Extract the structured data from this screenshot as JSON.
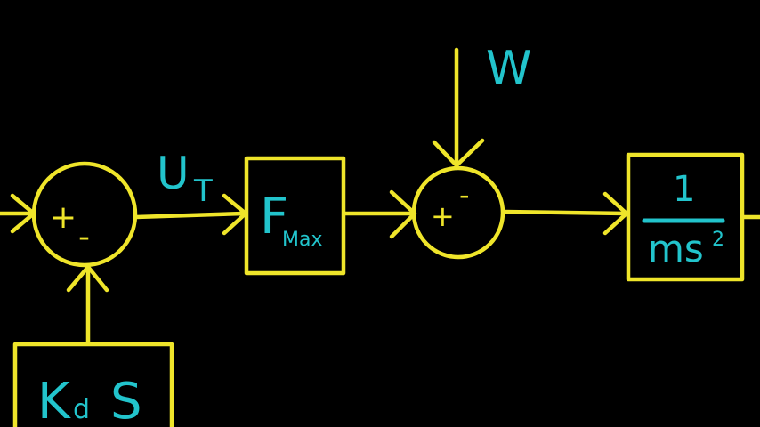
{
  "diagram": {
    "colors": {
      "background": "#000000",
      "lines": "#EFE52A",
      "labels": "#22C4CC"
    },
    "labels": {
      "ut_main": "U",
      "ut_sub": "T",
      "w": "W"
    },
    "sum1": {
      "plus": "+",
      "minus": "-"
    },
    "sum2": {
      "plus": "+",
      "minus": "-"
    },
    "fmax": {
      "main": "F",
      "sub": "Max"
    },
    "plant": {
      "numerator": "1",
      "denominator": "ms",
      "exponent": "2"
    },
    "kd": {
      "main": "K",
      "sub": "d",
      "s": "S"
    }
  }
}
